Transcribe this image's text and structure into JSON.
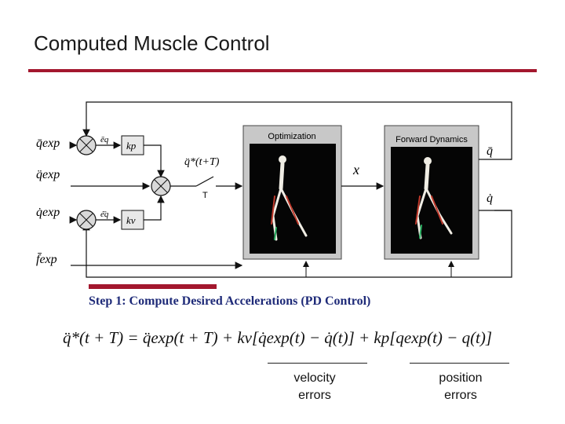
{
  "slide": {
    "title": "Computed Muscle Control",
    "accent_color": "#a3172e"
  },
  "diagram": {
    "inputs": {
      "q_exp": "q̄exp",
      "qddot_exp": "q̈exp",
      "qdot_exp": "q̇exp",
      "f_exp": "f̄exp"
    },
    "error_labels": {
      "position_error": "ēq",
      "velocity_error": "ė̄q"
    },
    "gains": {
      "kp": "kp",
      "kv": "kv"
    },
    "desired_accel": "q̈*(t+T)",
    "switch_label": "T",
    "opt_input": "x",
    "optimization_block": "Optimization",
    "forward_dynamics_block": "Forward Dynamics",
    "outputs": {
      "q": "q̄",
      "qdot": "q̇"
    }
  },
  "step": {
    "label": "Step 1: Compute Desired Accelerations (PD Control)",
    "equation": "q̈*(t + T) = q̈exp(t + T) + kv[q̇exp(t) − q̇(t)] + kp[qexp(t) − q(t)]"
  },
  "captions": {
    "velocity": [
      "velocity",
      "errors"
    ],
    "position": [
      "position",
      "errors"
    ]
  }
}
